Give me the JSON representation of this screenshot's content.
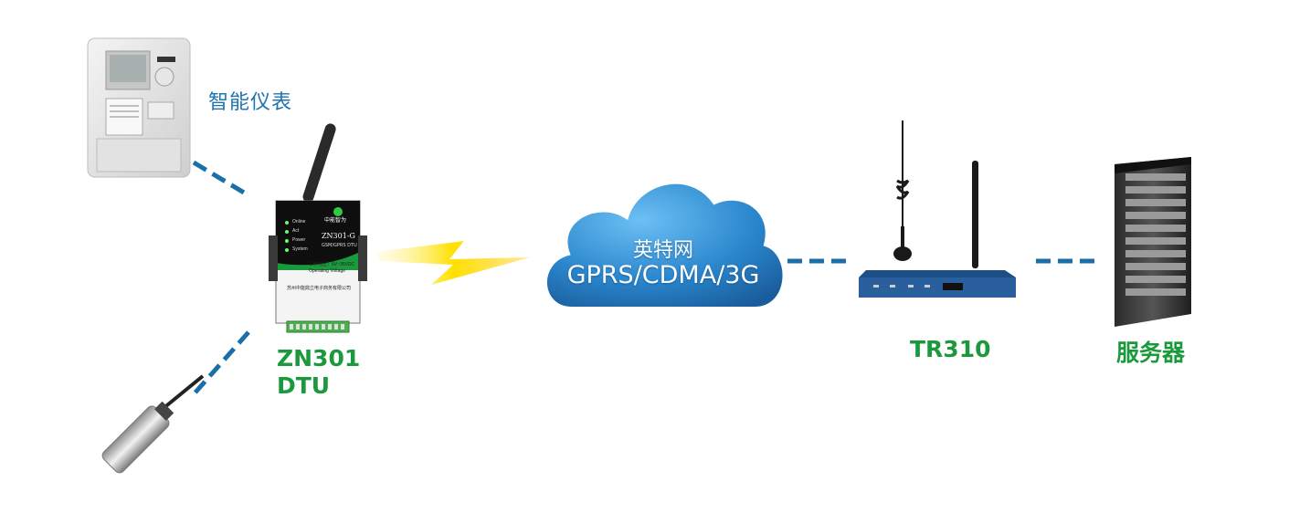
{
  "meter_label": "智能仪表",
  "dtu": {
    "label_line1": "ZN301",
    "label_line2": "DTU",
    "brand": "中能智为",
    "model": "ZN301-G",
    "subtitle": "GSM/GPRS DTU",
    "leds": [
      "Online",
      "Act",
      "Power",
      "System"
    ],
    "voltage_label": "工作电压：5V~35VDC",
    "voltage_en": "Operating Voltage",
    "company": "苏州中能鼎立电子商务有限公司"
  },
  "cloud": {
    "line1": "英特网",
    "line2": "GPRS/CDMA/3G"
  },
  "router_label": "TR310",
  "server_label": "服务器",
  "colors": {
    "link": "#1a6fa8",
    "green": "#1a9a3c",
    "blue_text": "#1f74b0",
    "cloud": "#2a86cc"
  }
}
